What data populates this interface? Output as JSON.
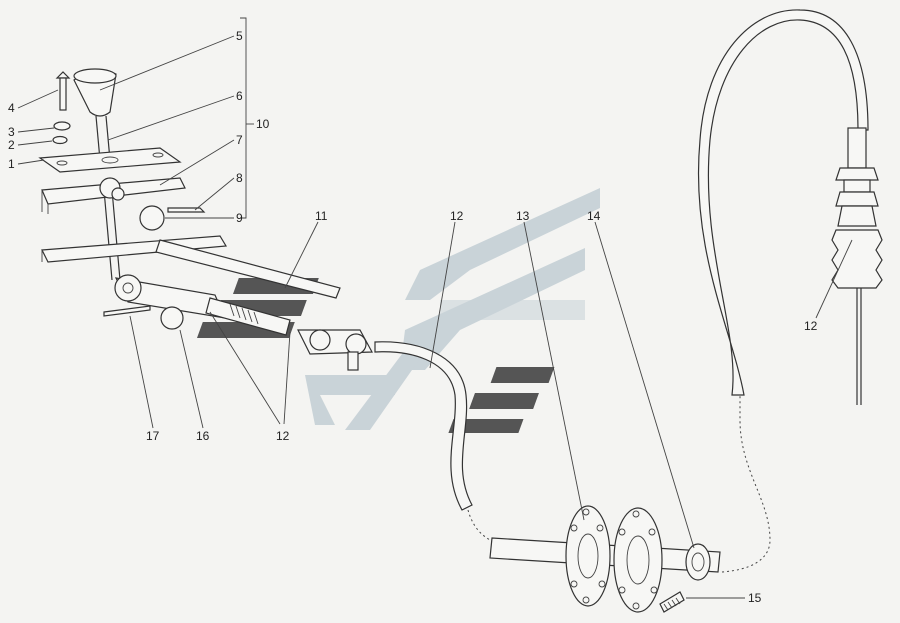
{
  "colors": {
    "ink": "#333333",
    "background": "#f4f4f2",
    "watermark_light": "#c9d3d8",
    "watermark_dark": "#555555"
  },
  "watermark": "logo-watermark",
  "labels": {
    "p1": "1",
    "p2": "2",
    "p3": "3",
    "p4": "4",
    "p5": "5",
    "p6": "6",
    "p7": "7",
    "p8": "8",
    "p9": "9",
    "p10": "10",
    "p11": "11",
    "p12_a": "12",
    "p12_b": "12",
    "p12_c": "12",
    "p13": "13",
    "p14": "14",
    "p15": "15",
    "p16": "16",
    "p17": "17"
  }
}
